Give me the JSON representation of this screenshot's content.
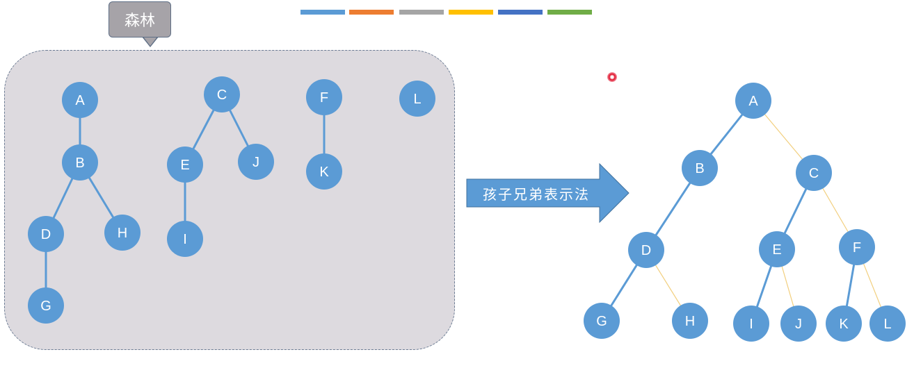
{
  "forest": {
    "callout_label": "森林",
    "nodes": [
      {
        "id": "A",
        "label": "A"
      },
      {
        "id": "B",
        "label": "B"
      },
      {
        "id": "D",
        "label": "D"
      },
      {
        "id": "H",
        "label": "H"
      },
      {
        "id": "G",
        "label": "G"
      },
      {
        "id": "C",
        "label": "C"
      },
      {
        "id": "E",
        "label": "E"
      },
      {
        "id": "J",
        "label": "J"
      },
      {
        "id": "I",
        "label": "I"
      },
      {
        "id": "F",
        "label": "F"
      },
      {
        "id": "K",
        "label": "K"
      },
      {
        "id": "L",
        "label": "L"
      }
    ],
    "edges": [
      [
        "A",
        "B"
      ],
      [
        "B",
        "D"
      ],
      [
        "B",
        "H"
      ],
      [
        "D",
        "G"
      ],
      [
        "C",
        "E"
      ],
      [
        "C",
        "J"
      ],
      [
        "E",
        "I"
      ],
      [
        "F",
        "K"
      ]
    ]
  },
  "transform": {
    "arrow_label": "孩子兄弟表示法"
  },
  "binary_tree": {
    "nodes": [
      {
        "id": "A",
        "label": "A"
      },
      {
        "id": "B",
        "label": "B"
      },
      {
        "id": "C",
        "label": "C"
      },
      {
        "id": "D",
        "label": "D"
      },
      {
        "id": "E",
        "label": "E"
      },
      {
        "id": "F",
        "label": "F"
      },
      {
        "id": "G",
        "label": "G"
      },
      {
        "id": "H",
        "label": "H"
      },
      {
        "id": "I",
        "label": "I"
      },
      {
        "id": "J",
        "label": "J"
      },
      {
        "id": "K",
        "label": "K"
      },
      {
        "id": "L",
        "label": "L"
      }
    ],
    "child_edges": [
      [
        "A",
        "B"
      ],
      [
        "B",
        "D"
      ],
      [
        "D",
        "G"
      ],
      [
        "C",
        "E"
      ],
      [
        "E",
        "I"
      ],
      [
        "F",
        "K"
      ]
    ],
    "sibling_edges": [
      [
        "A",
        "C"
      ],
      [
        "D",
        "H"
      ],
      [
        "C",
        "F"
      ],
      [
        "E",
        "J"
      ],
      [
        "F",
        "L"
      ]
    ]
  },
  "palette": [
    "#5b9bd5",
    "#ed7d31",
    "#a5a5a5",
    "#ffc000",
    "#4472c4",
    "#70ad47"
  ],
  "colors": {
    "node_fill": "#5b9bd5",
    "node_text": "#ffffff",
    "child_edge": "#5b9bd5",
    "sibling_edge": "#f2cf7e",
    "arrow_fill": "#5b9bd5",
    "arrow_border": "#41719c"
  }
}
